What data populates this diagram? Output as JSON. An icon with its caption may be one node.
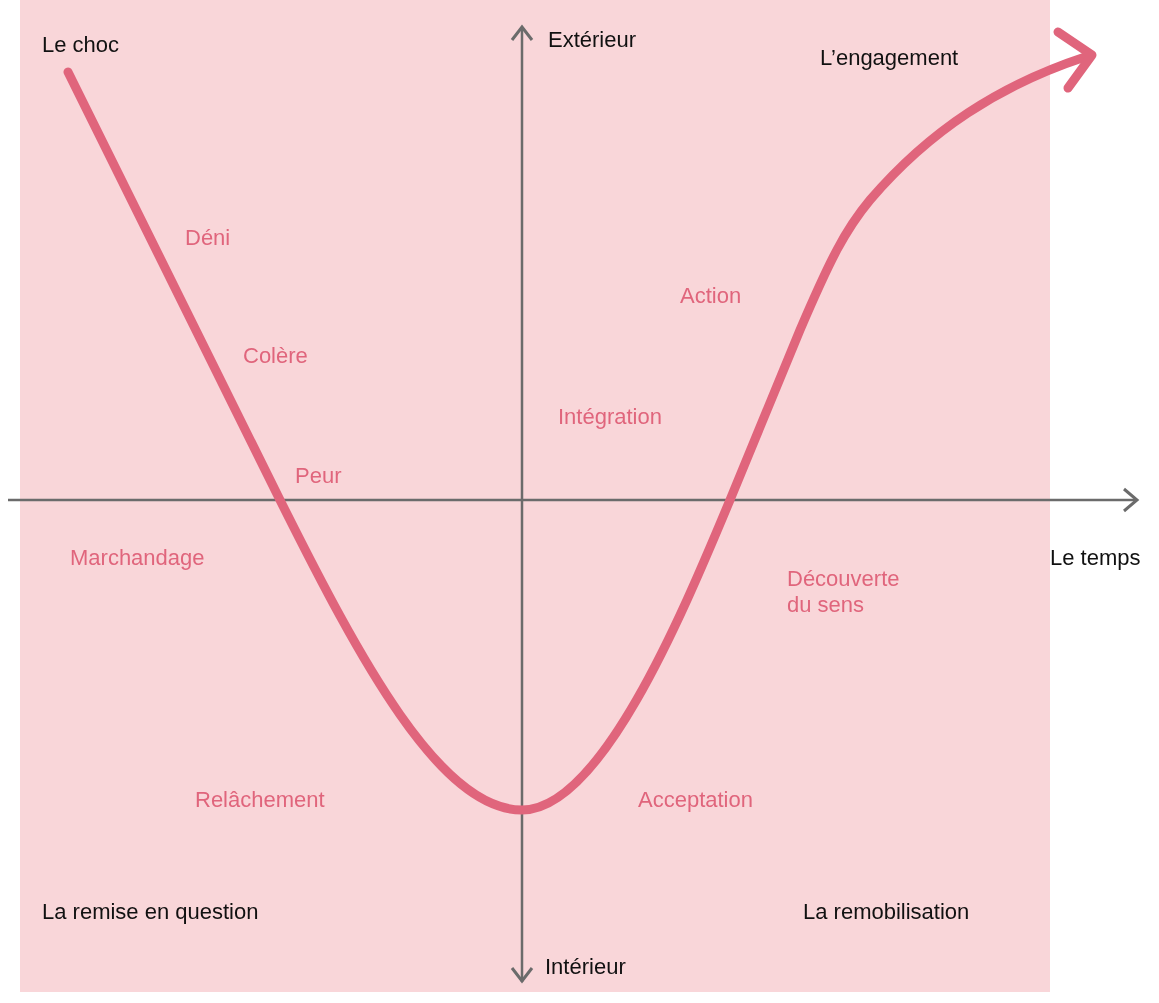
{
  "diagram": {
    "labels": [
      "Le choc",
      "Extérieur",
      "L’engagement",
      "Déni",
      "Action",
      "Colère",
      "Intégration",
      "Peur",
      "Marchandage",
      "Le temps",
      "Découverte du sens",
      "Relâchement",
      "Acceptation",
      "La remise en question",
      "La remobilisation",
      "Intérieur"
    ]
  }
}
